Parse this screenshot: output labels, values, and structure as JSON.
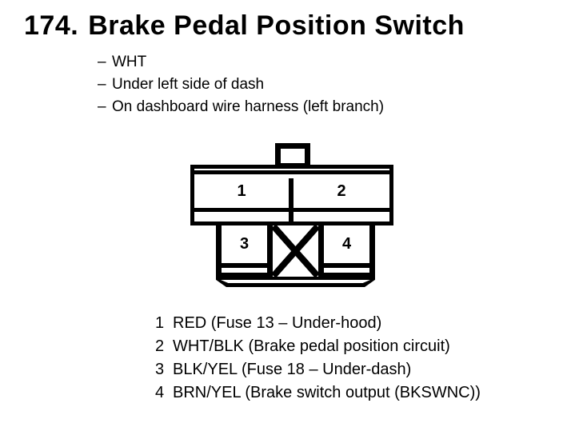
{
  "header": {
    "number": "174.",
    "title": "Brake Pedal Position Switch"
  },
  "notes": [
    {
      "dash": "–",
      "text": "WHT"
    },
    {
      "dash": "–",
      "text": "Under left side of dash"
    },
    {
      "dash": "–",
      "text": "On dashboard wire harness (left branch)"
    }
  ],
  "connector": {
    "pins": [
      "1",
      "2",
      "3",
      "4"
    ],
    "icons": {
      "blocked_cavity": "x-cross"
    }
  },
  "legend": [
    {
      "pin": "1",
      "text": "RED (Fuse 13 – Under-hood)"
    },
    {
      "pin": "2",
      "text": "WHT/BLK (Brake pedal position circuit)"
    },
    {
      "pin": "3",
      "text": "BLK/YEL (Fuse 18 – Under-dash)"
    },
    {
      "pin": "4",
      "text": "BRN/YEL (Brake switch output (BKSWNC))"
    }
  ],
  "colors": {
    "ink": "#000000",
    "paper": "#ffffff"
  }
}
